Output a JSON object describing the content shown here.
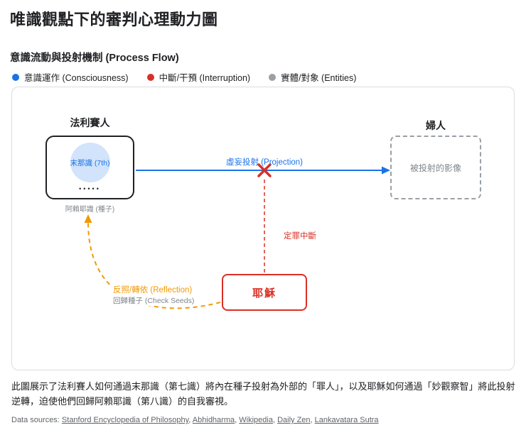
{
  "header": {
    "title": "唯識觀點下的審判心理動力圖",
    "subtitle": "意識流動與投射機制 (Process Flow)"
  },
  "legend": {
    "consciousness": {
      "label": "意識運作 (Consciousness)",
      "color": "#1a73e8"
    },
    "interruption": {
      "label": "中斷/干預 (Interruption)",
      "color": "#d93025"
    },
    "entities": {
      "label": "實體/對象 (Entities)",
      "color": "#9aa0a6"
    }
  },
  "diagram": {
    "pharisee": {
      "title": "法利賽人",
      "circle_label": "末那識 (7th)",
      "dots": "•••••",
      "caption": "阿賴耶識 (種子)"
    },
    "woman": {
      "title": "婦人",
      "label": "被投射的影像"
    },
    "projection": {
      "label": "虛妄投射 (Projection)",
      "color": "#1a73e8"
    },
    "interruption": {
      "label": "定罪中斷",
      "color": "#d93025"
    },
    "jesus": {
      "label": "耶穌",
      "color": "#d93025"
    },
    "reflection": {
      "label": "反照/轉依 (Reflection)",
      "caption": "回歸種子 (Check Seeds)",
      "color": "#f29900"
    }
  },
  "footer": {
    "description": "此圖展示了法利賽人如何通過末那識（第七識）將內在種子投射為外部的「罪人」，以及耶穌如何通過「妙觀察智」將此投射逆轉，迫使他們回歸阿賴耶識（第八識）的自我審視。",
    "sources_prefix": "Data sources: ",
    "separator": ", ",
    "sources": [
      "Stanford Encyclopedia of Philosophy",
      "Abhidharma",
      "Wikipedia",
      "Daily Zen",
      "Lankavatara Sutra"
    ]
  }
}
